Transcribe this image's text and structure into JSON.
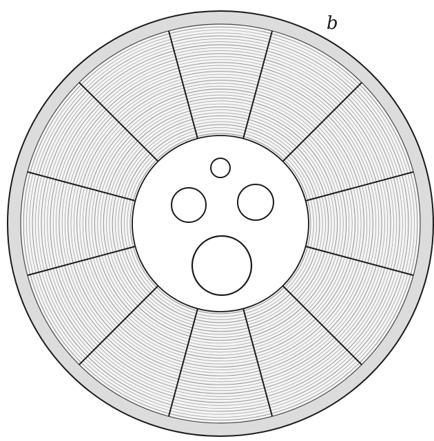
{
  "figure": {
    "label": "b",
    "segment_count": 12,
    "internal_hole_count": 4,
    "colors": {
      "ink": "#1a1a1a",
      "paper": "#ffffff",
      "rim_shade": "#d9d9d9",
      "ring_line": "#8a8a8a"
    }
  }
}
